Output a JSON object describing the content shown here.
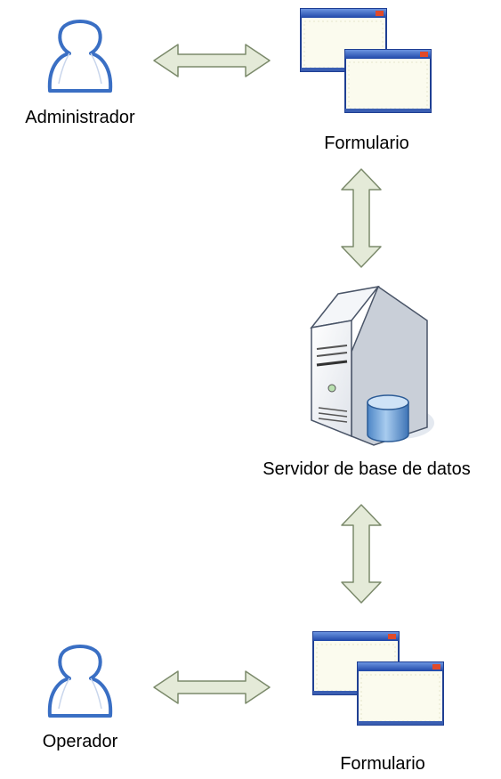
{
  "diagram": {
    "nodes": {
      "admin": {
        "label": "Administrador",
        "icon": "user-icon"
      },
      "form_top": {
        "label": "Formulario",
        "icon": "window-stack-icon"
      },
      "server": {
        "label": "Servidor de base de datos",
        "icon": "database-server-icon"
      },
      "form_bottom": {
        "label": "Formulario",
        "icon": "window-stack-icon"
      },
      "operator": {
        "label": "Operador",
        "icon": "user-icon"
      }
    },
    "connections": [
      {
        "from": "admin",
        "to": "form_top",
        "direction": "bidirectional"
      },
      {
        "from": "form_top",
        "to": "server",
        "direction": "bidirectional"
      },
      {
        "from": "server",
        "to": "form_bottom",
        "direction": "bidirectional"
      },
      {
        "from": "operator",
        "to": "form_bottom",
        "direction": "bidirectional"
      }
    ],
    "colors": {
      "arrow_fill": "#e4ead8",
      "arrow_stroke": "#7b8a6b",
      "user_outline": "#3a6fc4",
      "window_titlebar": "#2f5cc0",
      "window_body": "#fbfbee",
      "server_body": "#eef0f4",
      "cylinder": "#6aa2d8"
    }
  }
}
